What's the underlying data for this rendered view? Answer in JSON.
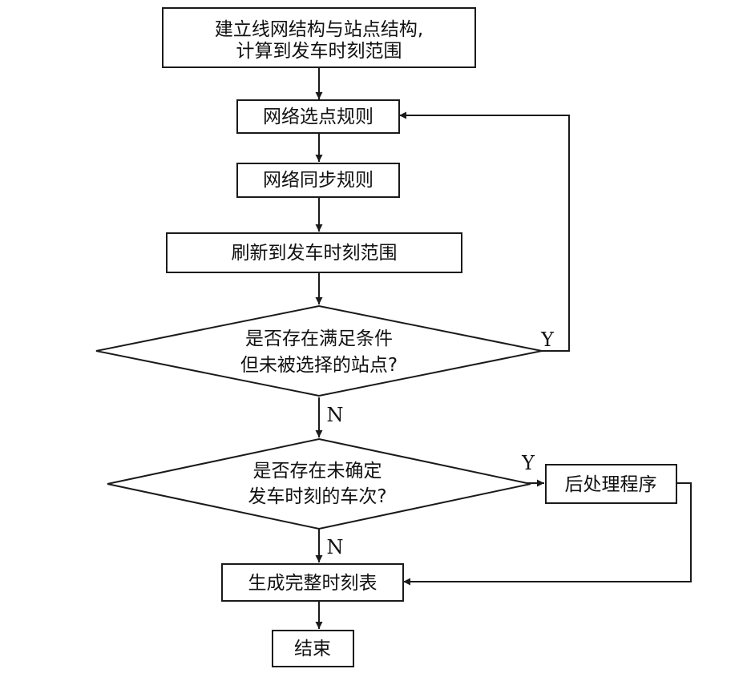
{
  "nodes": {
    "build": {
      "lines": [
        "建立线网结构与站点结构,",
        "计算到发车时刻范围"
      ]
    },
    "select": {
      "lines": [
        "网络选点规则"
      ]
    },
    "sync": {
      "lines": [
        "网络同步规则"
      ]
    },
    "refresh": {
      "lines": [
        "刷新到发车时刻范围"
      ]
    },
    "decision1": {
      "lines": [
        "是否存在满足条件",
        "但未被选择的站点?"
      ]
    },
    "decision2": {
      "lines": [
        "是否存在未确定",
        "发车时刻的车次?"
      ]
    },
    "post": {
      "lines": [
        "后处理程序"
      ]
    },
    "generate": {
      "lines": [
        "生成完整时刻表"
      ]
    },
    "end": {
      "lines": [
        "结束"
      ]
    }
  },
  "edge_labels": {
    "d1_yes": "Y",
    "d1_no": "N",
    "d2_yes": "Y",
    "d2_no": "N"
  },
  "colors": {
    "stroke": "#1a1a1a",
    "fill": "#ffffff",
    "text": "#111111"
  }
}
